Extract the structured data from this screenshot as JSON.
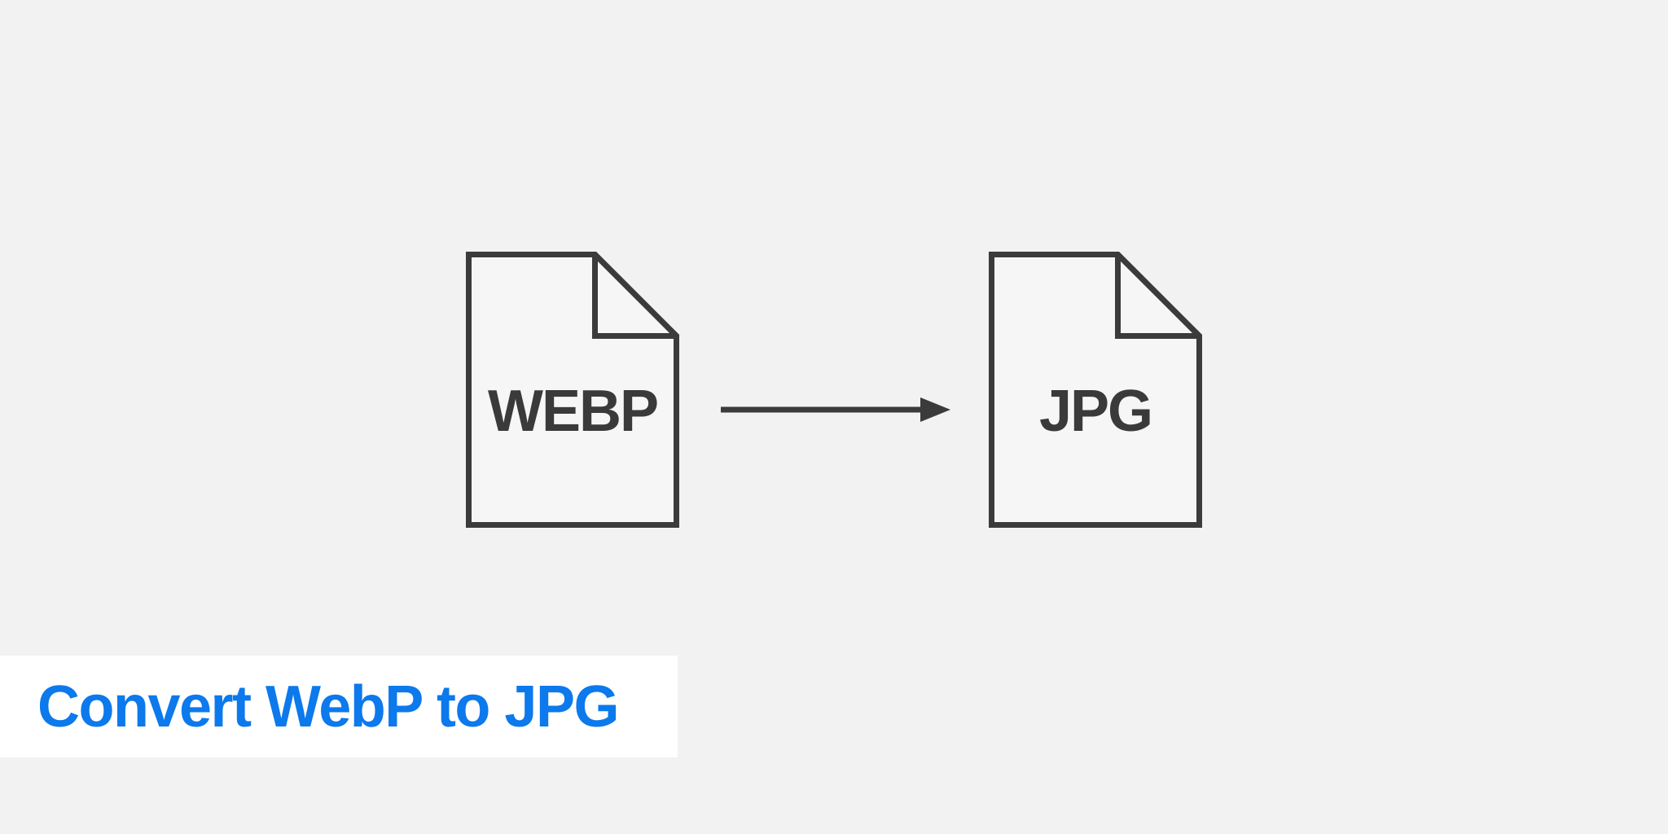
{
  "page": {
    "background_color": "#f2f2f3"
  },
  "diagram": {
    "source_file": {
      "label": "WEBP"
    },
    "target_file": {
      "label": "JPG"
    },
    "arrow": {
      "direction": "right",
      "color": "#3b3b3c"
    },
    "file_icon": {
      "fill_color": "#f6f6f7",
      "outline_color": "#3b3b3c",
      "label_color": "#3a3a3b"
    }
  },
  "banner": {
    "title": "Convert WebP to JPG",
    "text_color": "#0c79ec",
    "background_color": "#ffffff"
  }
}
